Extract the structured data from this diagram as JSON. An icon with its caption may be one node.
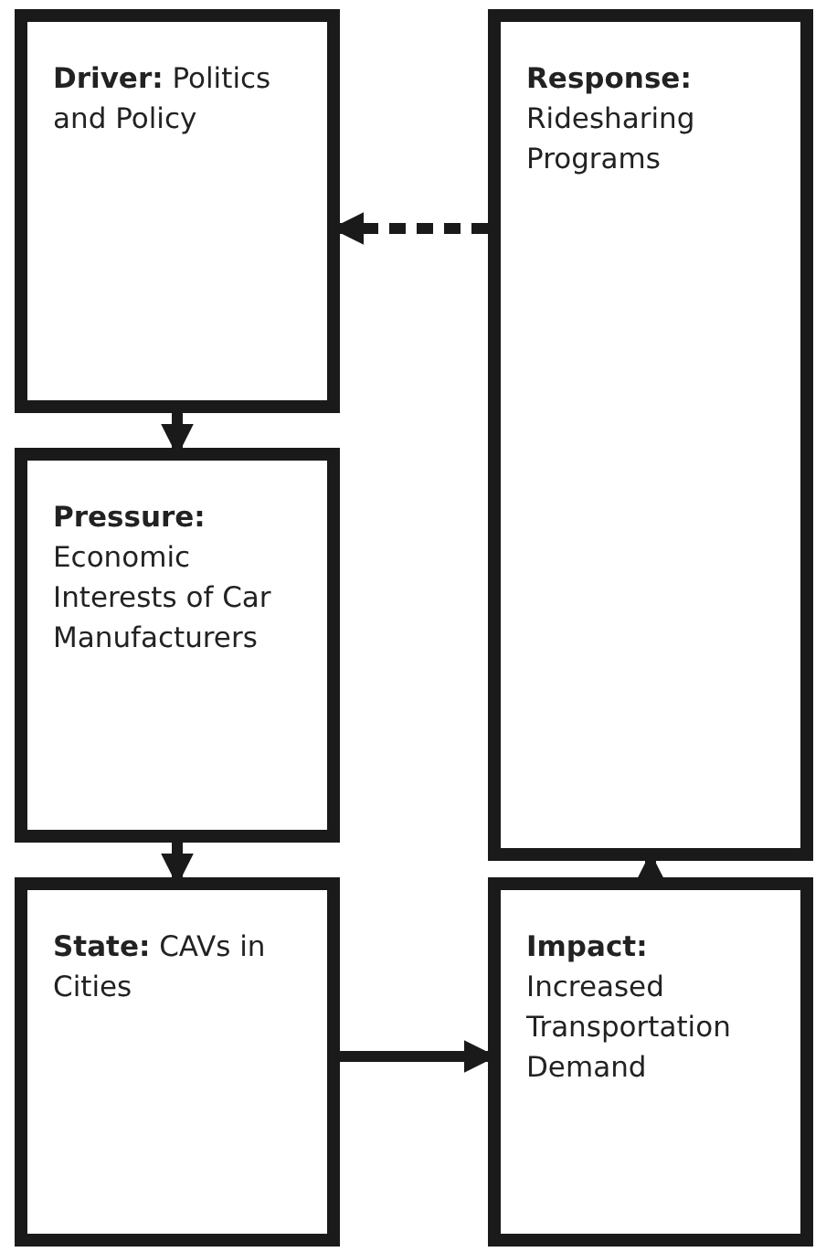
{
  "diagram": {
    "nodes": [
      {
        "text": [
          "**Driver:** Politics and Policy"
        ]
      },
      {
        "text": [
          "**Response:** Ridesharing Programs"
        ]
      },
      {
        "text": [
          "**Pressure:** Economic Interests of Car Manufacturers"
        ]
      },
      {
        "text": [
          "**State:** CAVs in Cities"
        ]
      },
      {
        "text": [
          "**Impact:** Increased Transportation Demand"
        ]
      }
    ],
    "edges": [
      {
        "from": 0,
        "to": 2,
        "arrow": "to"
      },
      {
        "from": 2,
        "to": 3,
        "arrow": "to"
      },
      {
        "from": 3,
        "to": 4,
        "arrow": "to"
      },
      {
        "from": 4,
        "to": 1,
        "arrow": "to"
      },
      {
        "from": 1,
        "to": 0,
        "arrow": "to",
        "style": "dashed"
      }
    ]
  }
}
